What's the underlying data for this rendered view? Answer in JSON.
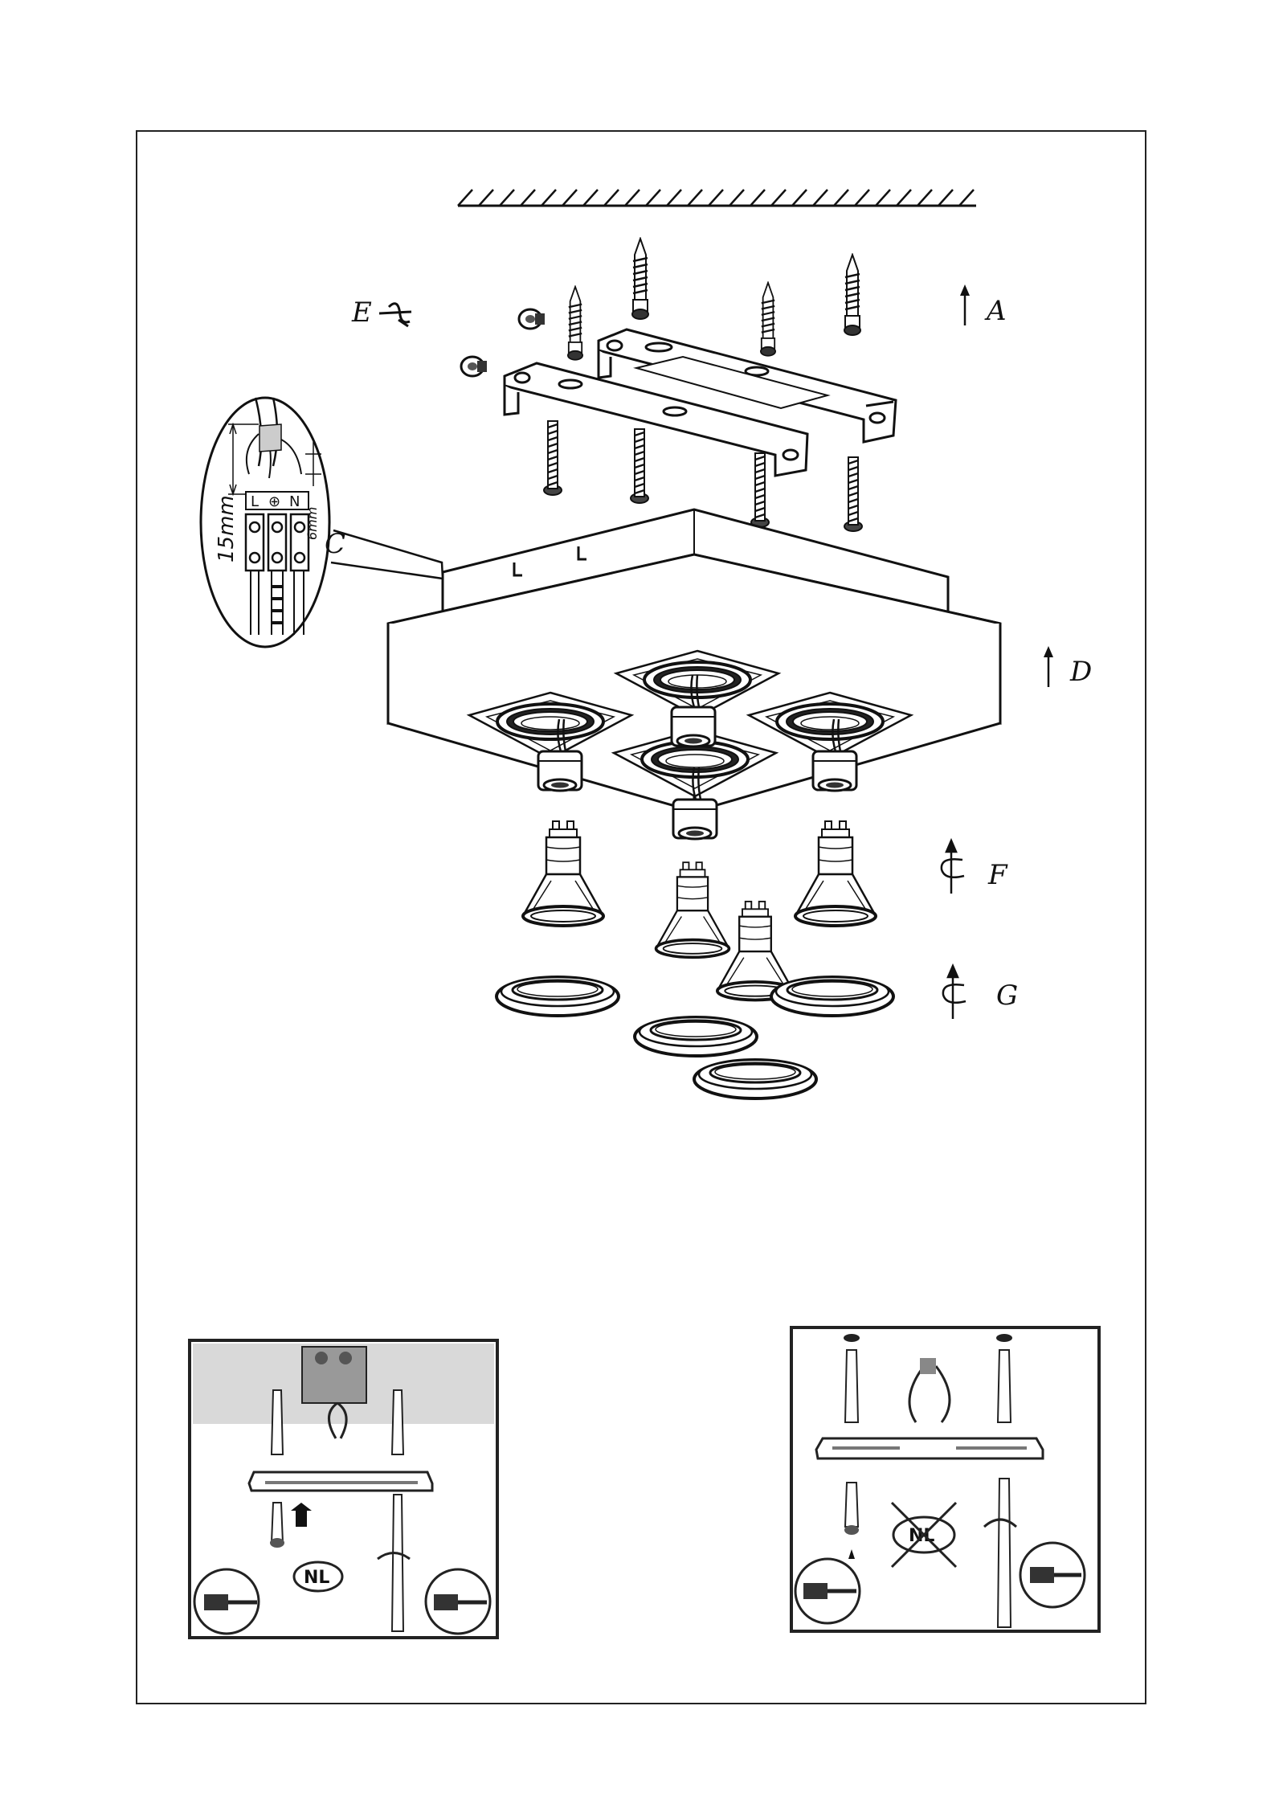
{
  "labels": {
    "a": "A",
    "c": "C",
    "d": "D",
    "e": "E",
    "f": "F",
    "g": "G"
  },
  "wiring_detail": {
    "strip_length": "15mm",
    "core_length": "6mm",
    "terminals": [
      "L",
      "⊕",
      "N"
    ]
  },
  "inset_left": {
    "badge": "NL"
  },
  "inset_right": {
    "badge": "NL",
    "crossed_out": true
  },
  "icons": [
    "screw-icon",
    "wall-plug-icon",
    "washer-screw-icon",
    "arrow-up-icon",
    "rotate-arrow-icon",
    "gu10-bulb-icon",
    "cover-ring-icon",
    "lamp-socket-icon"
  ],
  "colors": {
    "ink": "#111111",
    "paper": "#ffffff",
    "inset_shade": "#d9d9d9"
  }
}
